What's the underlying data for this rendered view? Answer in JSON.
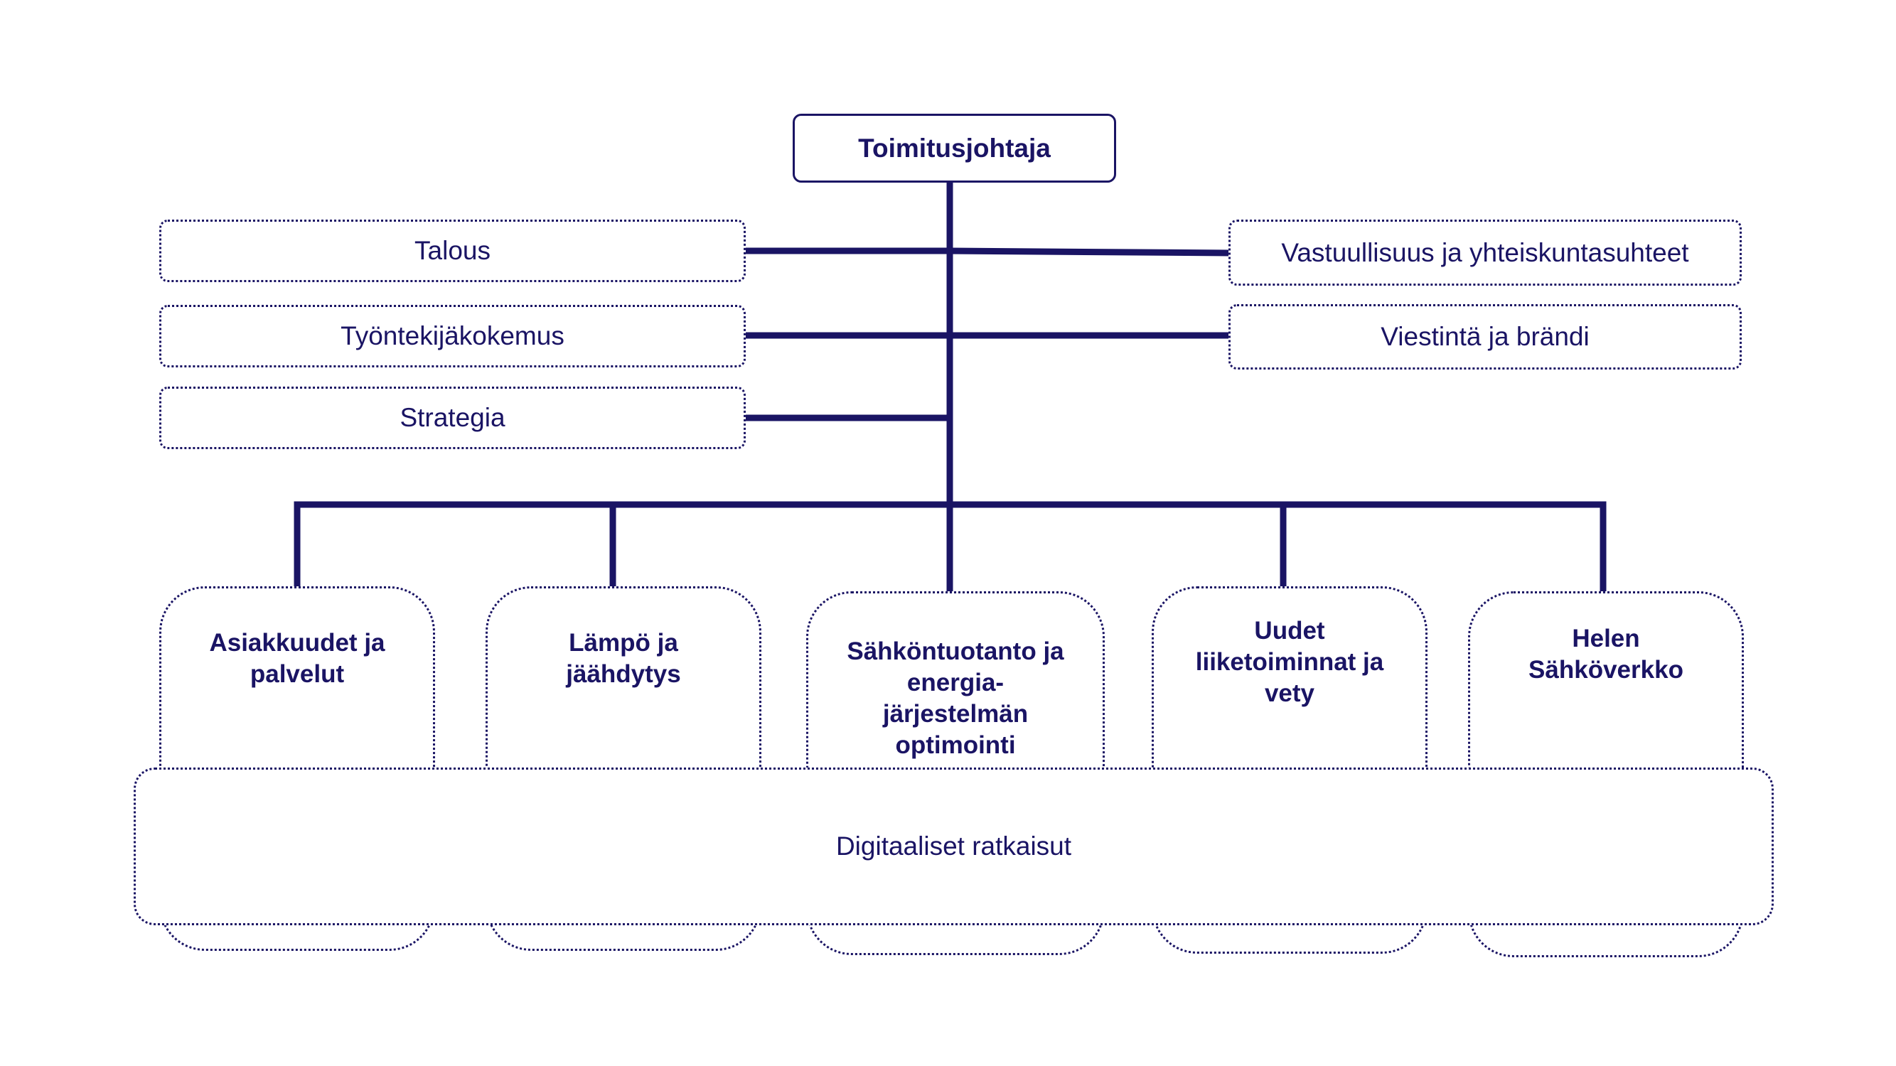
{
  "ceo": {
    "label": "Toimitusjohtaja"
  },
  "staff_left": [
    {
      "label": "Talous"
    },
    {
      "label": "Työntekijäkokemus"
    },
    {
      "label": "Strategia"
    }
  ],
  "staff_right": [
    {
      "label": "Vastuullisuus ja yhteiskuntasuhteet"
    },
    {
      "label": "Viestintä ja brändi"
    }
  ],
  "units": [
    {
      "label": "Asiakkuudet ja palvelut"
    },
    {
      "label": "Lämpö ja jäähdytys"
    },
    {
      "label": "Sähköntuotanto ja energia-järjestelmän optimointi"
    },
    {
      "label": "Uudet liiketoiminnat ja vety"
    },
    {
      "label": "Helen Sähköverkko"
    }
  ],
  "digital": {
    "label": "Digitaaliset ratkaisut"
  },
  "colors": {
    "line": "#1a1464",
    "background": "#ffffff"
  }
}
